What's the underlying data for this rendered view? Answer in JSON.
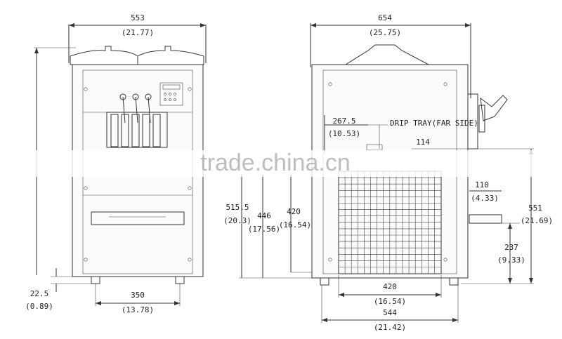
{
  "front_view": {
    "top_width": {
      "mm": "553",
      "in": "(21.77)"
    },
    "bottom_width": {
      "mm": "350",
      "in": "(13.78)"
    },
    "foot_height": {
      "mm": "22.5",
      "in": "(0.89)"
    }
  },
  "side_view": {
    "top_width": {
      "mm": "654",
      "in": "(25.75)"
    },
    "tray_offset": {
      "mm": "267.5",
      "in": "(10.53)"
    },
    "drip_tray_label": "DRIP TRAY(FAR SIDE)",
    "dim_114": "114",
    "dim_110": {
      "mm": "110",
      "in": "(4.33)"
    },
    "height_515": {
      "mm": "515.5",
      "in": "(20.3)"
    },
    "height_446": {
      "mm": "446",
      "in": "(17.56)"
    },
    "height_420": {
      "mm": "420",
      "in": "(16.54)"
    },
    "height_551": {
      "mm": "551",
      "in": "(21.69)"
    },
    "height_237": {
      "mm": "237",
      "in": "(9.33)"
    },
    "grill_width": {
      "mm": "420",
      "in": "(16.54)"
    },
    "base_width": {
      "mm": "544",
      "in": "(21.42)"
    }
  },
  "watermark": "trade.china.cn"
}
